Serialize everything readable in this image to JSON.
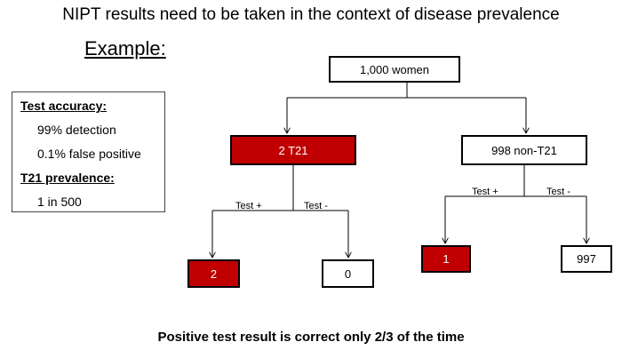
{
  "title": "NIPT results need to be taken in the context of disease prevalence",
  "example_heading": "Example:",
  "info_box": {
    "accuracy_heading": "Test accuracy:",
    "detection": "99% detection",
    "false_positive": "0.1% false positive",
    "prevalence_heading": "T21 prevalence:",
    "prevalence_value": "1 in 500"
  },
  "tree": {
    "root": "1,000 women",
    "t21": "2 T21",
    "non_t21": "998 non-T21",
    "t21_test_pos": "2",
    "t21_test_neg": "0",
    "non_t21_test_pos": "1",
    "non_t21_test_neg": "997",
    "test_pos_label": "Test +",
    "test_neg_label": "Test -"
  },
  "colors": {
    "positive_fill": "#c00000",
    "negative_fill": "#ffffff"
  },
  "footer": "Positive test result is correct only 2/3 of the time"
}
